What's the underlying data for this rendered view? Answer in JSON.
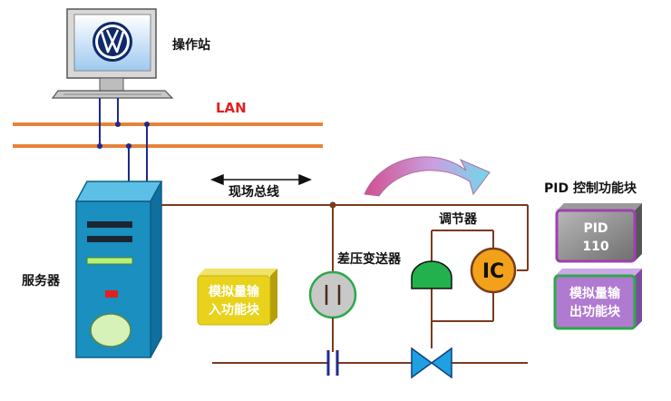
{
  "labels": {
    "operator_station": "操作站",
    "lan": "LAN",
    "fieldbus": "现场总线",
    "server": "服务器",
    "dp_transmitter": "差压变送器",
    "regulator": "调节器",
    "ic": "IC",
    "pid_block_title": "PID 控制功能块",
    "pid_line1": "PID",
    "pid_line2": "110",
    "ai_block_line1": "模拟量输",
    "ai_block_line2": "入功能块",
    "ao_block_line1": "模拟量输",
    "ao_block_line2": "出功能块"
  },
  "colors": {
    "lan": "#e5833a",
    "lan_label": "#e02020",
    "fieldbus": "#7a3b1e",
    "network_wire": "#1f2a8a",
    "server": "#1a8fc0",
    "ai_block": "#e8d21b",
    "ao_block": "#b07ad0",
    "pid_block": "#8a8a8a",
    "actuator": "#22b14c",
    "ic_fill": "#f2a21a",
    "valve": "#1fa0e0",
    "flow_arrow": "#d95a9a"
  },
  "icons": {
    "logo": "vw-logo",
    "monitor": "monitor-icon",
    "server": "server-tower-icon",
    "valve": "valve-icon",
    "arrow": "curved-arrow-icon"
  }
}
